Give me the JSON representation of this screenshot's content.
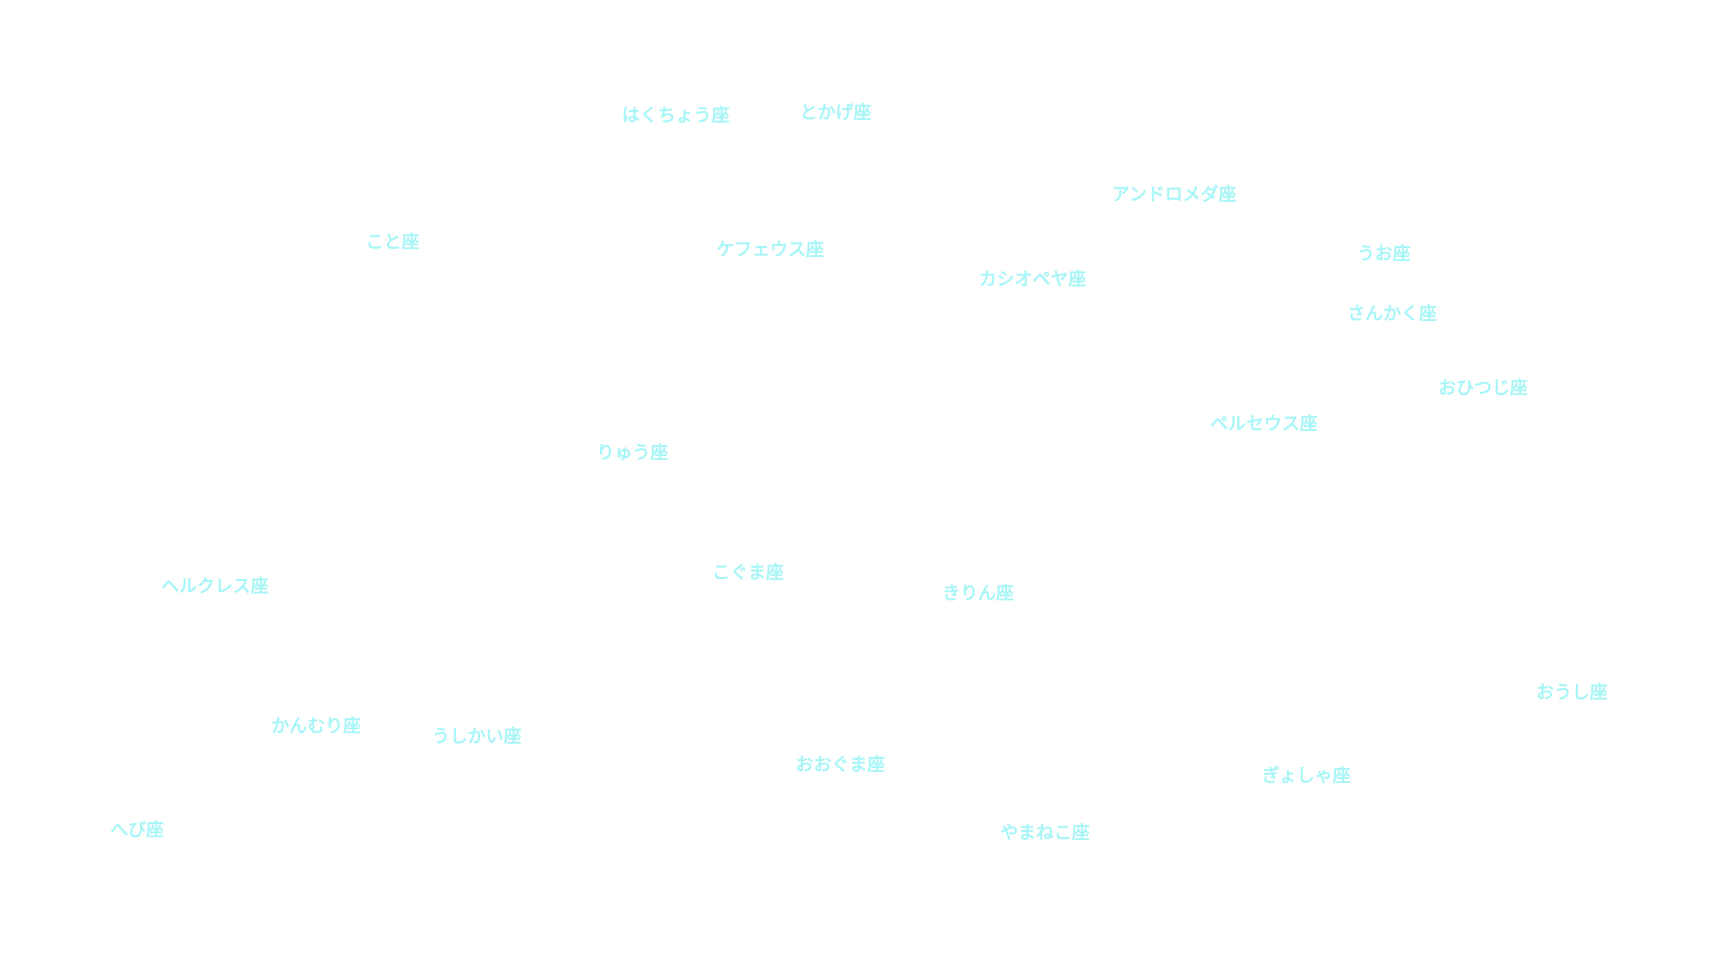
{
  "label_color": "#a6f5f7",
  "background_color": "#ffffff",
  "constellations": [
    {
      "id": "cygnus",
      "label": "はくちょう座"
    },
    {
      "id": "lacerta",
      "label": "とかげ座"
    },
    {
      "id": "andromeda",
      "label": "アンドロメダ座"
    },
    {
      "id": "lyra",
      "label": "こと座"
    },
    {
      "id": "cepheus",
      "label": "ケフェウス座"
    },
    {
      "id": "cassiopeia",
      "label": "カシオペヤ座"
    },
    {
      "id": "pisces",
      "label": "うお座"
    },
    {
      "id": "triangulum",
      "label": "さんかく座"
    },
    {
      "id": "aries",
      "label": "おひつじ座"
    },
    {
      "id": "perseus",
      "label": "ペルセウス座"
    },
    {
      "id": "draco",
      "label": "りゅう座"
    },
    {
      "id": "ursa-minor",
      "label": "こぐま座"
    },
    {
      "id": "camelopardalis",
      "label": "きりん座"
    },
    {
      "id": "hercules",
      "label": "ヘルクレス座"
    },
    {
      "id": "taurus",
      "label": "おうし座"
    },
    {
      "id": "corona-borealis",
      "label": "かんむり座"
    },
    {
      "id": "bootes",
      "label": "うしかい座"
    },
    {
      "id": "ursa-major",
      "label": "おおぐま座"
    },
    {
      "id": "auriga",
      "label": "ぎょしゃ座"
    },
    {
      "id": "serpens",
      "label": "へび座"
    },
    {
      "id": "lynx",
      "label": "やまねこ座"
    }
  ]
}
